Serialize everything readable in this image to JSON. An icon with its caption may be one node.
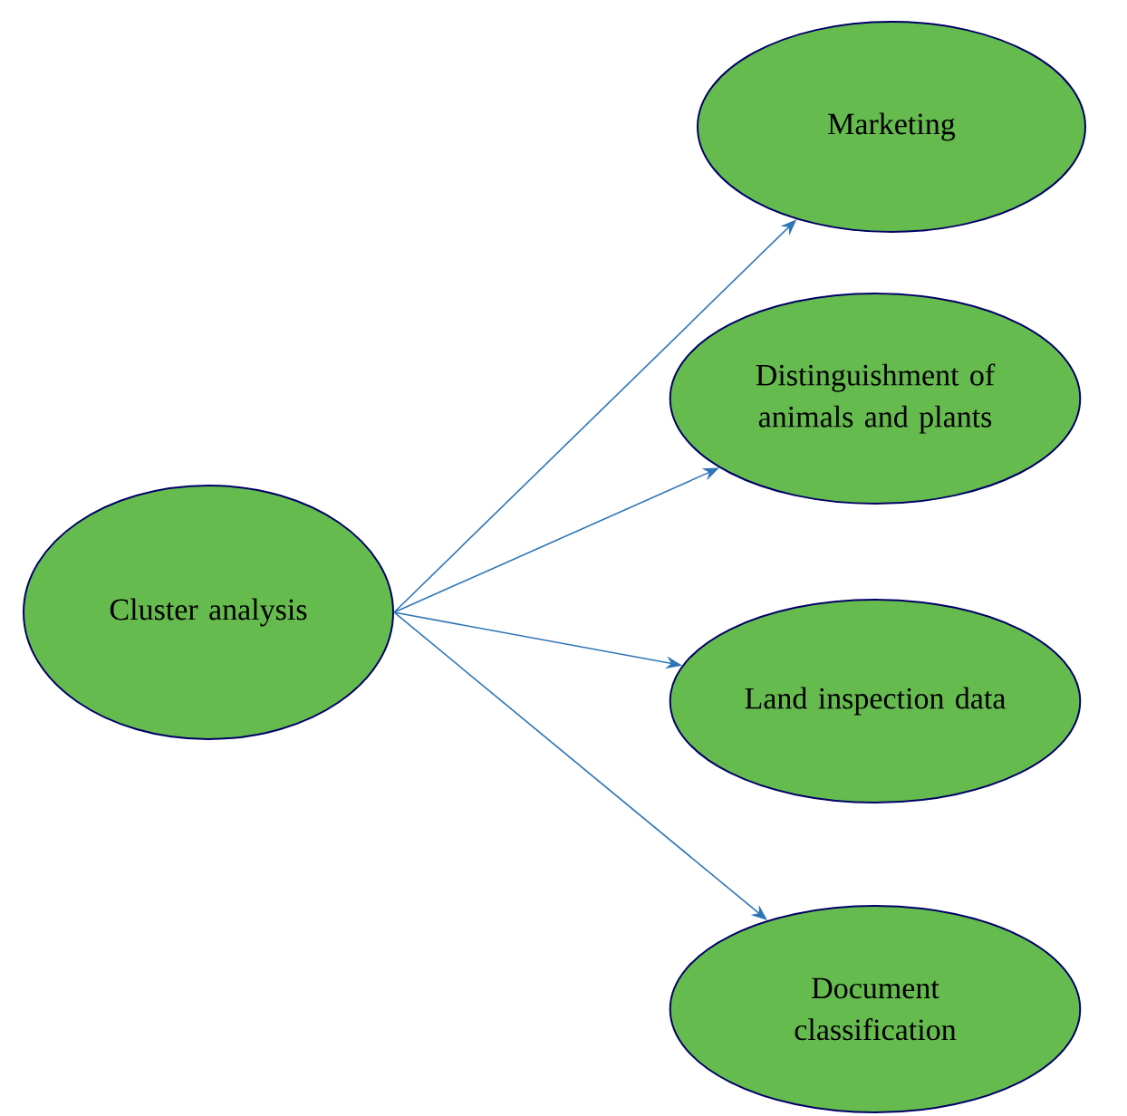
{
  "diagram": {
    "nodes": [
      {
        "text": [
          "Cluster analysis"
        ]
      },
      {
        "text": [
          "Marketing"
        ]
      },
      {
        "text": [
          "Distinguishment of animals and plants"
        ]
      },
      {
        "text": [
          "Land inspection data"
        ]
      },
      {
        "text": [
          "Document classification"
        ]
      }
    ],
    "edges": [
      {
        "from": 0,
        "to": 1,
        "arrow": "to"
      },
      {
        "from": 0,
        "to": 2,
        "arrow": "to"
      },
      {
        "from": 0,
        "to": 3,
        "arrow": "to"
      },
      {
        "from": 0,
        "to": 4,
        "arrow": "to"
      }
    ]
  }
}
